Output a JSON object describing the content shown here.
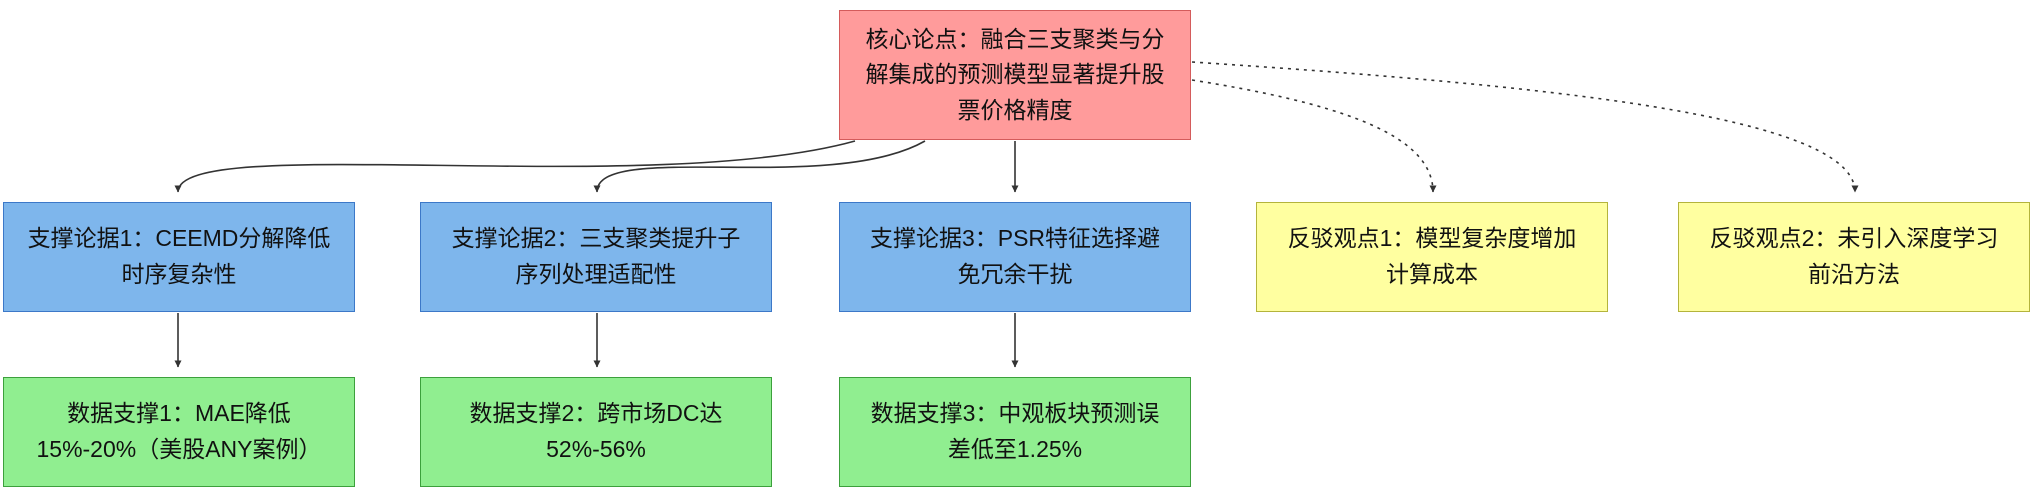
{
  "diagram": {
    "type": "argument-map-flowchart",
    "colors": {
      "core_fill": "#ff9b9b",
      "core_border": "#d45b5b",
      "support_fill": "#7eb6ec",
      "support_border": "#3c78c8",
      "counter_fill": "#ffffa0",
      "counter_border": "#b4b43c",
      "data_fill": "#90ee90",
      "data_border": "#3ca03c",
      "edge_color": "#333333",
      "text_color": "#111111",
      "background": "#ffffff"
    },
    "nodes": {
      "core": {
        "label": "核心论点：融合三支聚类与分解集成的预测模型显著提升股票价格精度",
        "type": "core-claim"
      },
      "support1": {
        "label": "支撑论据1：CEEMD分解降低时序复杂性",
        "type": "supporting-argument"
      },
      "support2": {
        "label": "支撑论据2：三支聚类提升子序列处理适配性",
        "type": "supporting-argument"
      },
      "support3": {
        "label": "支撑论据3：PSR特征选择避免冗余干扰",
        "type": "supporting-argument"
      },
      "counter1": {
        "label": "反驳观点1：模型复杂度增加计算成本",
        "type": "counter-argument"
      },
      "counter2": {
        "label": "反驳观点2：未引入深度学习前沿方法",
        "type": "counter-argument"
      },
      "data1": {
        "label": "数据支撑1：MAE降低15%-20%（美股ANY案例）",
        "type": "data-evidence"
      },
      "data2": {
        "label": "数据支撑2：跨市场DC达52%-56%",
        "type": "data-evidence"
      },
      "data3": {
        "label": "数据支撑3：中观板块预测误差低至1.25%",
        "type": "data-evidence"
      }
    },
    "edges": [
      {
        "from": "core",
        "to": "support1",
        "style": "solid"
      },
      {
        "from": "core",
        "to": "support2",
        "style": "solid"
      },
      {
        "from": "core",
        "to": "support3",
        "style": "solid"
      },
      {
        "from": "core",
        "to": "counter1",
        "style": "dotted"
      },
      {
        "from": "core",
        "to": "counter2",
        "style": "dotted"
      },
      {
        "from": "support1",
        "to": "data1",
        "style": "solid"
      },
      {
        "from": "support2",
        "to": "data2",
        "style": "solid"
      },
      {
        "from": "support3",
        "to": "data3",
        "style": "solid"
      }
    ]
  }
}
